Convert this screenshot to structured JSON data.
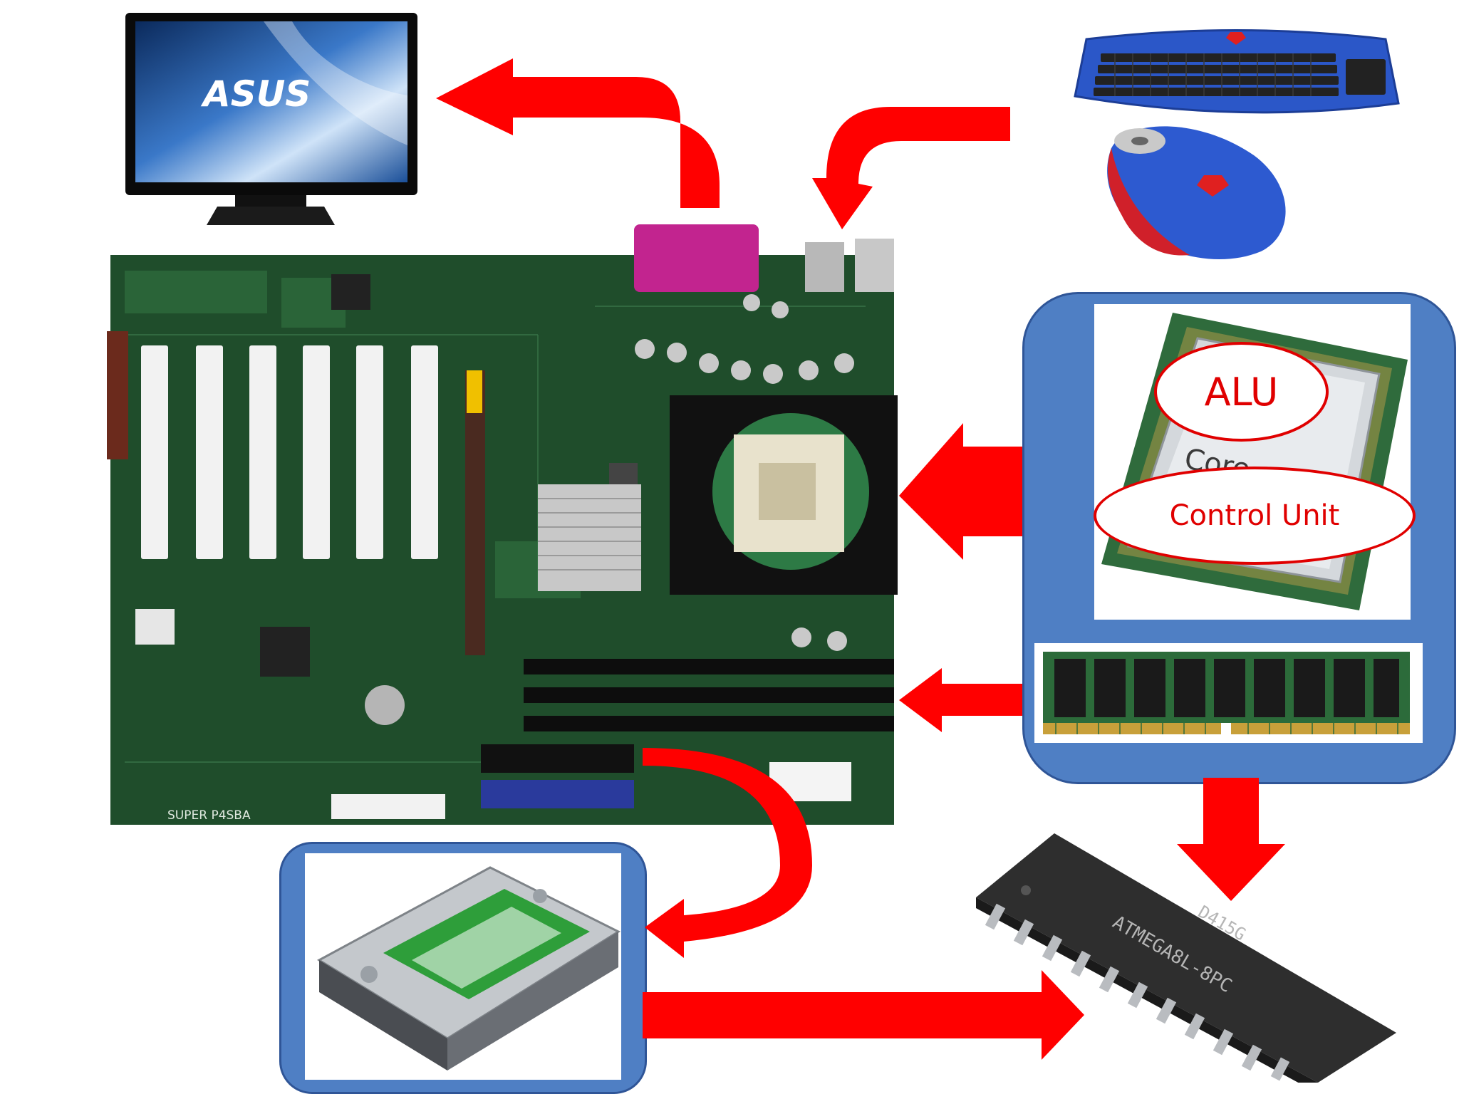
{
  "labels": {
    "alu": "ALU",
    "control_unit": "Control Unit",
    "monitor_brand": "ASUS",
    "board_brand": "SUPER P4SBA",
    "cpu_marking": "Core",
    "chip_marking_1": "ATMEGA8L-8PC",
    "chip_marking_2": "D415G"
  },
  "colors": {
    "arrow": "#ff0000",
    "box_fill": "#4f7fc4",
    "box_border": "#2f5597",
    "board": "#1f4d2b",
    "label_red": "#e00000"
  },
  "icons": [
    "monitor-image",
    "keyboard-image",
    "mouse-image",
    "motherboard-image",
    "cpu-image",
    "ram-image",
    "hard-drive-image",
    "microcontroller-chip-image"
  ]
}
